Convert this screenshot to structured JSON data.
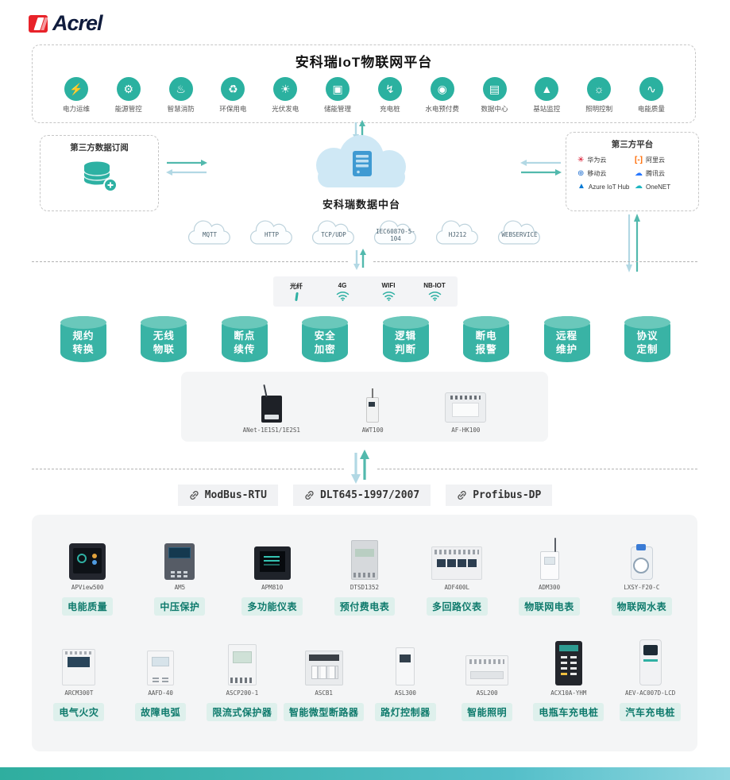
{
  "logo": {
    "brand": "Acrel"
  },
  "colors": {
    "accent_teal": "#2fb0a3",
    "arrow_light": "#b2d8e4",
    "badge_bg": "#def0ec",
    "badge_text": "#0e7a6c",
    "logo_red": "#e8232a"
  },
  "platform": {
    "title": "安科瑞IoT物联网平台",
    "apps": [
      {
        "label": "电力运维",
        "glyph": "⚡",
        "icon": "power-om-icon"
      },
      {
        "label": "能源管控",
        "glyph": "⚙",
        "icon": "energy-mgmt-icon"
      },
      {
        "label": "智慧消防",
        "glyph": "♨",
        "icon": "fire-safety-icon"
      },
      {
        "label": "环保用电",
        "glyph": "♻",
        "icon": "eco-power-icon"
      },
      {
        "label": "光伏发电",
        "glyph": "☀",
        "icon": "pv-generation-icon"
      },
      {
        "label": "储能管理",
        "glyph": "▣",
        "icon": "energy-storage-icon"
      },
      {
        "label": "充电桩",
        "glyph": "↯",
        "icon": "charging-pile-icon"
      },
      {
        "label": "水电预付费",
        "glyph": "◉",
        "icon": "prepaid-icon"
      },
      {
        "label": "数据中心",
        "glyph": "▤",
        "icon": "datacenter-icon"
      },
      {
        "label": "基站监控",
        "glyph": "▲",
        "icon": "base-station-icon"
      },
      {
        "label": "照明控制",
        "glyph": "☼",
        "icon": "lighting-control-icon"
      },
      {
        "label": "电能质量",
        "glyph": "∿",
        "icon": "power-quality-icon"
      }
    ]
  },
  "third_party_data": {
    "title": "第三方数据订阅"
  },
  "data_hub": {
    "label": "安科瑞数据中台"
  },
  "third_party_platforms": {
    "title": "第三方平台",
    "items": [
      {
        "name": "华为云",
        "glyph": "✳"
      },
      {
        "name": "阿里云",
        "glyph": "[-]"
      },
      {
        "name": "移动云",
        "glyph": "⊕"
      },
      {
        "name": "腾讯云",
        "glyph": "☁"
      },
      {
        "name": "Azure IoT Hub",
        "glyph": "▲"
      },
      {
        "name": "OneNET",
        "glyph": "☁"
      }
    ]
  },
  "protocol_clouds": [
    "MQTT",
    "HTTP",
    "TCP/UDP",
    "IEC60870-5-104",
    "HJ212",
    "WEBSERVICE"
  ],
  "connectivity": [
    {
      "label": "光纤",
      "icon": "fiber-icon"
    },
    {
      "label": "4G",
      "icon": "wifi-icon"
    },
    {
      "label": "WIFI",
      "icon": "wifi-icon"
    },
    {
      "label": "NB-IOT",
      "icon": "wifi-icon"
    }
  ],
  "capabilities": [
    {
      "line1": "规约",
      "line2": "转换"
    },
    {
      "line1": "无线",
      "line2": "物联"
    },
    {
      "line1": "断点",
      "line2": "续传"
    },
    {
      "line1": "安全",
      "line2": "加密"
    },
    {
      "line1": "逻辑",
      "line2": "判断"
    },
    {
      "line1": "断电",
      "line2": "报警"
    },
    {
      "line1": "远程",
      "line2": "维护"
    },
    {
      "line1": "协议",
      "line2": "定制"
    }
  ],
  "gateways": [
    {
      "model": "ANet-1E1S1/1E2S1"
    },
    {
      "model": "AWT100"
    },
    {
      "model": "AF-HK100"
    }
  ],
  "field_protocols": [
    "ModBus-RTU",
    "DLT645-1997/2007",
    "Profibus-DP"
  ],
  "devices_row1": [
    {
      "model": "APView500",
      "label": "电能质量"
    },
    {
      "model": "AM5",
      "label": "中压保护"
    },
    {
      "model": "APM810",
      "label": "多功能仪表"
    },
    {
      "model": "DTSD1352",
      "label": "预付费电表"
    },
    {
      "model": "ADF400L",
      "label": "多回路仪表"
    },
    {
      "model": "ADM300",
      "label": "物联网电表"
    },
    {
      "model": "LXSY-F20-C",
      "label": "物联网水表"
    }
  ],
  "devices_row2": [
    {
      "model": "ARCM300T",
      "label": "电气火灾"
    },
    {
      "model": "AAFD-40",
      "label": "故障电弧"
    },
    {
      "model": "ASCP200-1",
      "label": "限流式保护器"
    },
    {
      "model": "ASCB1",
      "label": "智能微型断路器"
    },
    {
      "model": "ASL300",
      "label": "路灯控制器"
    },
    {
      "model": "ASL200",
      "label": "智能照明"
    },
    {
      "model": "ACX10A-YHM",
      "label": "电瓶车充电桩"
    },
    {
      "model": "AEV-AC007D-LCD",
      "label": "汽车充电桩"
    }
  ]
}
